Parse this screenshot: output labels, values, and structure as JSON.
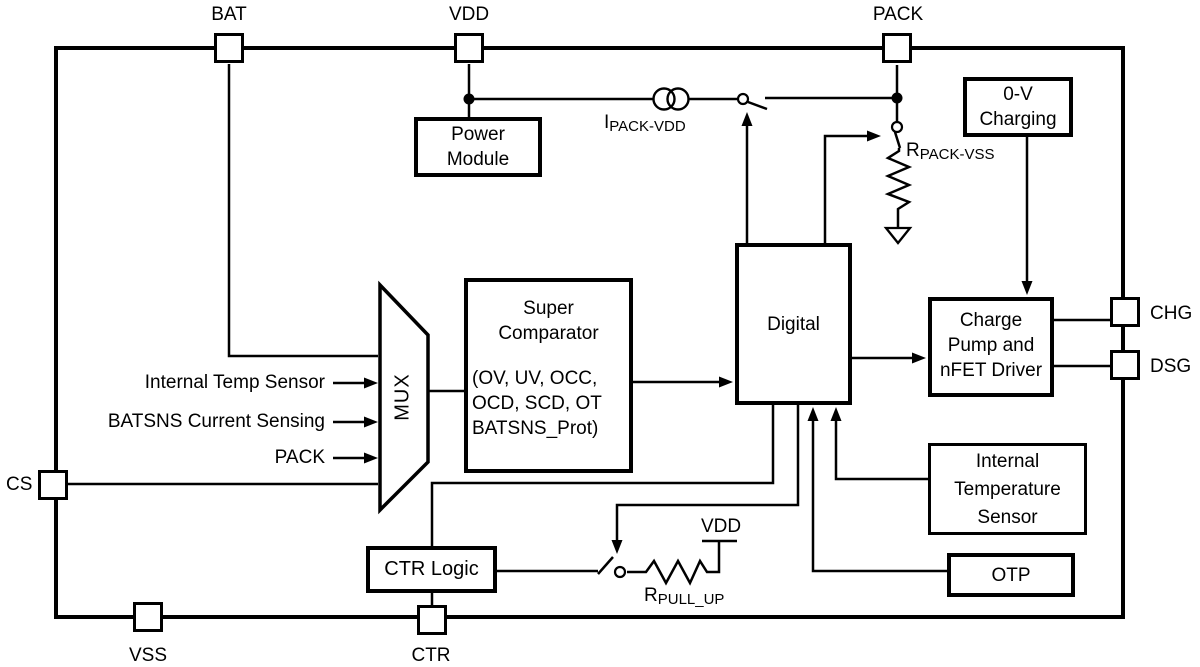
{
  "pins": {
    "bat": "BAT",
    "vdd": "VDD",
    "pack": "PACK",
    "cs": "CS",
    "vss": "VSS",
    "ctr": "CTR",
    "chg": "CHG",
    "dsg": "DSG"
  },
  "blocks": {
    "power_module": [
      "Power",
      "Module"
    ],
    "zero_v_charging": [
      "0-V",
      "Charging"
    ],
    "super_comparator_title": [
      "Super",
      "Comparator"
    ],
    "super_comparator_detail": [
      "(OV, UV, OCC,",
      "OCD, SCD, OT",
      "BATSNS_Prot)"
    ],
    "digital": "Digital",
    "charge_pump": [
      "Charge",
      "Pump and",
      "nFET Driver"
    ],
    "internal_temp_sensor": [
      "Internal",
      "Temperature",
      "Sensor"
    ],
    "otp": "OTP",
    "ctr_logic": "CTR Logic",
    "mux": "MUX"
  },
  "mux_inputs": [
    "Internal Temp Sensor",
    "BATSNS Current Sensing",
    "PACK"
  ],
  "net_labels": {
    "i_pack_vdd": {
      "main": "I",
      "sub": "PACK-VDD"
    },
    "r_pack_vss": {
      "main": "R",
      "sub": "PACK-VSS"
    },
    "r_pull_up": {
      "main": "R",
      "sub": "PULL_UP"
    },
    "vdd_pullup_rail": "VDD"
  },
  "colors": {
    "line": "#000000",
    "background": "#ffffff",
    "box_fill": "#ffffff",
    "text": "#000000"
  }
}
